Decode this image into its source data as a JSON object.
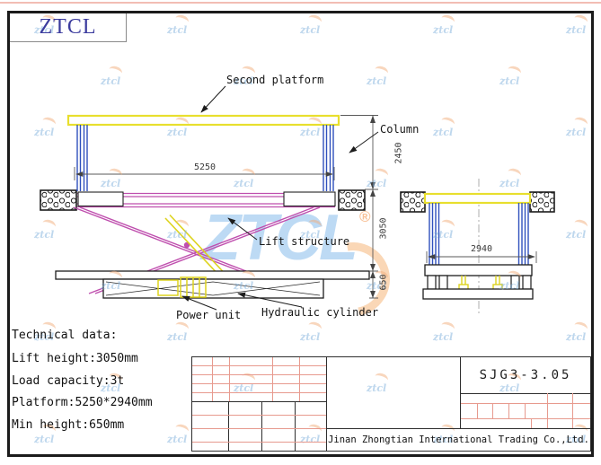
{
  "logo": {
    "text": "ZTCL"
  },
  "watermark": {
    "small_text": "ztcl",
    "big_text": "ZTCL",
    "registered": "®"
  },
  "drawing": {
    "labels": {
      "second_platform": "Second platform",
      "column": "Column",
      "lift_structure": "Lift structure",
      "power_unit": "Power unit",
      "hydraulic_cylinder": "Hydraulic cylinder"
    },
    "dimensions": {
      "platform_length": "5250",
      "column_height": "2450",
      "lift_height": "3050",
      "min_height": "650",
      "platform_width": "2940"
    }
  },
  "technical_data": {
    "title": "Technical data:",
    "lines": [
      "Lift height:3050mm",
      "Load capacity:3t",
      "Platform:5250*2940mm",
      "Min height:650mm"
    ]
  },
  "title_block": {
    "model": "SJG3-3.05",
    "company": "Jinan Zhongtian International Trading Co.,Ltd."
  },
  "colors": {
    "yellow": "#e8df2e",
    "blue": "#2f50bd",
    "magenta": "#bf4fae",
    "grid-red": "#e79a8e",
    "logo-blue": "#3c3c9e",
    "line-dark": "#222222",
    "dim-gray": "#5a5a5a"
  }
}
